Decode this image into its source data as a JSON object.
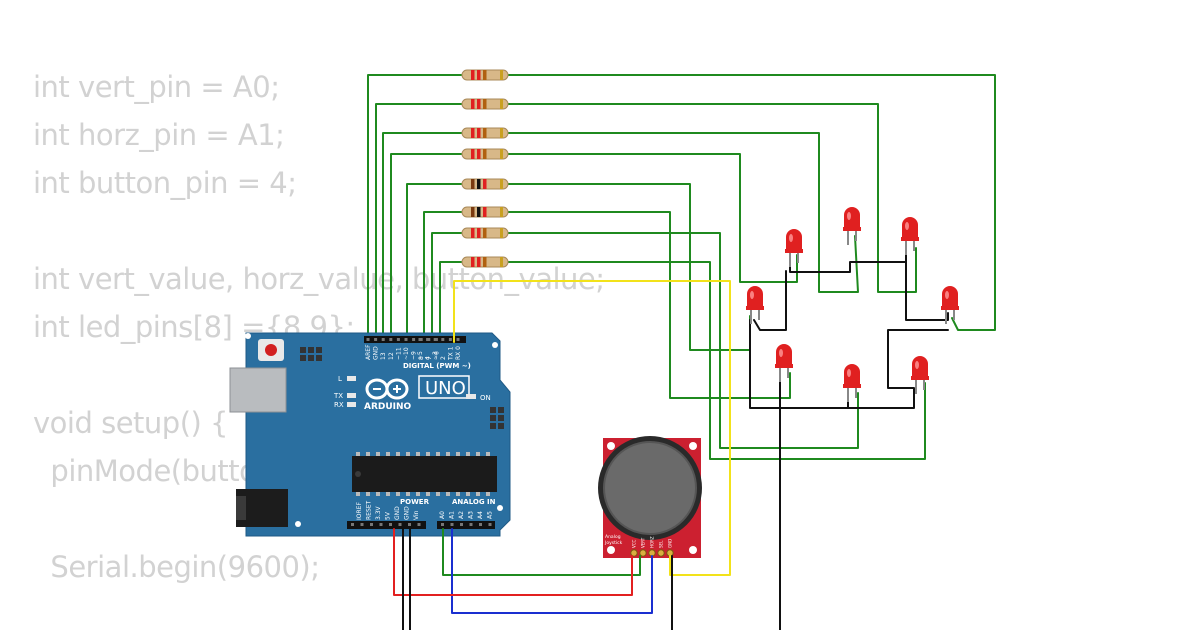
{
  "code_lines": [
    "int vert_pin = A0;",
    "int horz_pin = A1;",
    "int button_pin = 4;",
    "",
    "int vert_value, horz_value, button_value;",
    "int led_pins[8] ={8,9};",
    "",
    "void setup() {",
    "  pinMode(button_pin, INPUT);",
    "",
    "  Serial.begin(9600);"
  ],
  "arduino": {
    "brand": "ARDUINO",
    "model": "UNO",
    "digital_header_label": "DIGITAL (PWM ~)",
    "power_label": "POWER",
    "analog_label": "ANALOG IN",
    "on_label": "ON",
    "l_label": "L",
    "tx_label": "TX",
    "rx_label": "RX",
    "digital_pins": [
      "AREF",
      "GND",
      "13",
      "12",
      "~11",
      "~10",
      "~9",
      "8",
      "7",
      "~6",
      "~5",
      "4",
      "~3",
      "2",
      "TX 1",
      "RX 0"
    ],
    "power_pins": [
      "IOREF",
      "RESET",
      "3.3V",
      "5V",
      "GND",
      "GND",
      "Vin"
    ],
    "analog_pins": [
      "A0",
      "A1",
      "A2",
      "A3",
      "A4",
      "A5"
    ]
  },
  "joystick": {
    "label_line1": "Analog",
    "label_line2": "Joystick",
    "pins": [
      "VCC",
      "VERT",
      "HORZ",
      "SEL",
      "GND"
    ]
  },
  "colors": {
    "board": "#2a6fa0",
    "wire_green": "#1f8a1f",
    "wire_yellow": "#f2e21a",
    "wire_red": "#e22020",
    "wire_blue": "#1a2fd0",
    "wire_black": "#111111",
    "led": "#e02020",
    "joystick_board": "#cc2030",
    "code_text": "#d2d2d2"
  },
  "components": {
    "resistors": 8,
    "leds": 8
  }
}
